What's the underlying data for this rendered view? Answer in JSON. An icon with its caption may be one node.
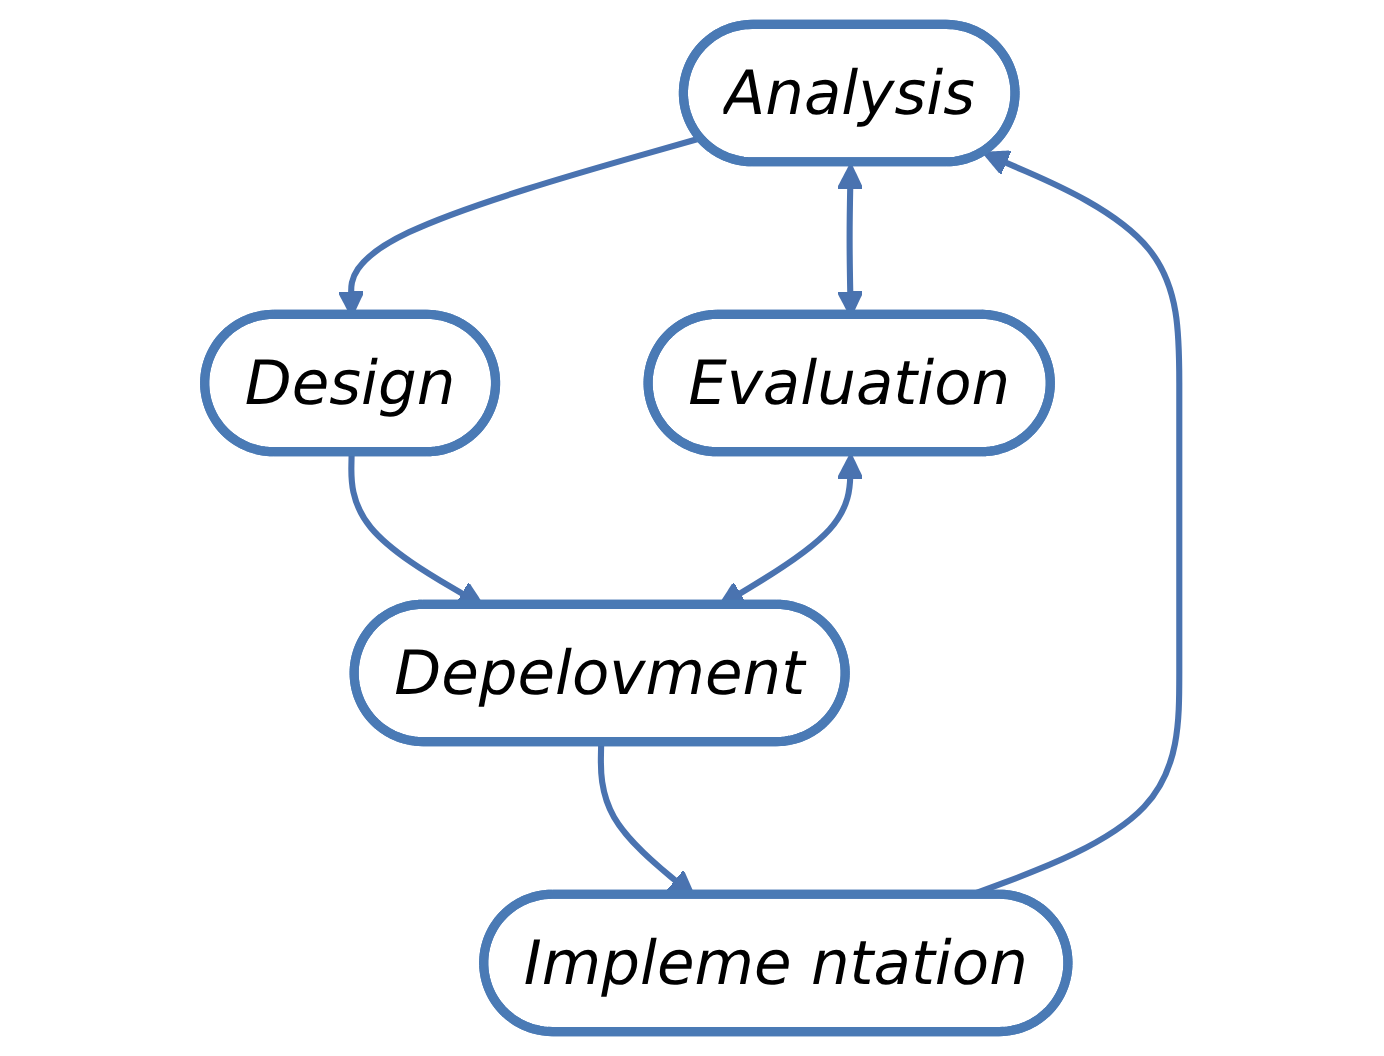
{
  "diagram": {
    "nodes": [
      {
        "text": [
          "Analysis"
        ]
      },
      {
        "text": [
          "Evaluation"
        ]
      },
      {
        "text": [
          "Impleme ntation"
        ]
      },
      {
        "text": [
          "Design"
        ]
      },
      {
        "text": [
          "Depelovment"
        ]
      }
    ],
    "edges": [
      {
        "from": 0,
        "to": 3,
        "arrow": "to"
      },
      {
        "from": 3,
        "to": 4,
        "arrow": "to"
      },
      {
        "from": 4,
        "to": 2,
        "arrow": "to"
      },
      {
        "from": 2,
        "to": 0,
        "arrow": "to"
      },
      {
        "from": 0,
        "to": 1,
        "arrow": "both"
      },
      {
        "from": 1,
        "to": 4,
        "arrow": "both"
      }
    ]
  }
}
